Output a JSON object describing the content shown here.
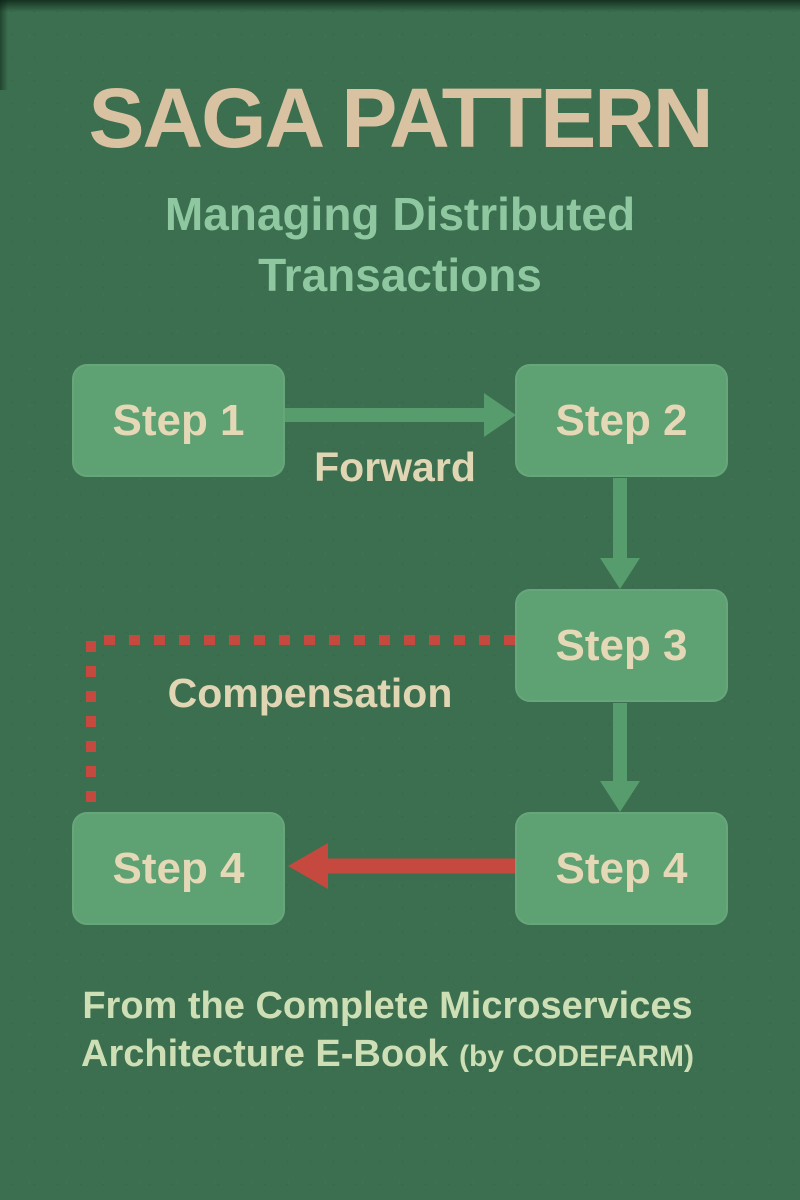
{
  "poster": {
    "title": "SAGA PATTERN",
    "subtitle_line1": "Managing Distributed",
    "subtitle_line2": "Transactions"
  },
  "diagram": {
    "nodes": [
      {
        "id": "step-1",
        "label": "Step 1"
      },
      {
        "id": "step-2",
        "label": "Step 2"
      },
      {
        "id": "step-3",
        "label": "Step 3"
      },
      {
        "id": "step-4-source",
        "label": "Step 4"
      },
      {
        "id": "step-4-compensated",
        "label": "Step 4"
      }
    ],
    "edges": {
      "forward_label": "Forward",
      "compensation_label": "Compensation"
    }
  },
  "footer": {
    "line1": "From the Complete Microservices",
    "line2": "Architecture E-Book",
    "line2_note": "(by CODEFARM)"
  },
  "colors": {
    "background": "#3B6F4F",
    "node_fill": "#5EA173",
    "title_tan": "#D8C2A2",
    "subtitle_green": "#8FC8A0",
    "node_text_cream": "#E5D8B6",
    "footer_text": "#CEDFB6",
    "arrow_forward_green": "#579C6D",
    "arrow_compensation_red": "#C5493E"
  }
}
